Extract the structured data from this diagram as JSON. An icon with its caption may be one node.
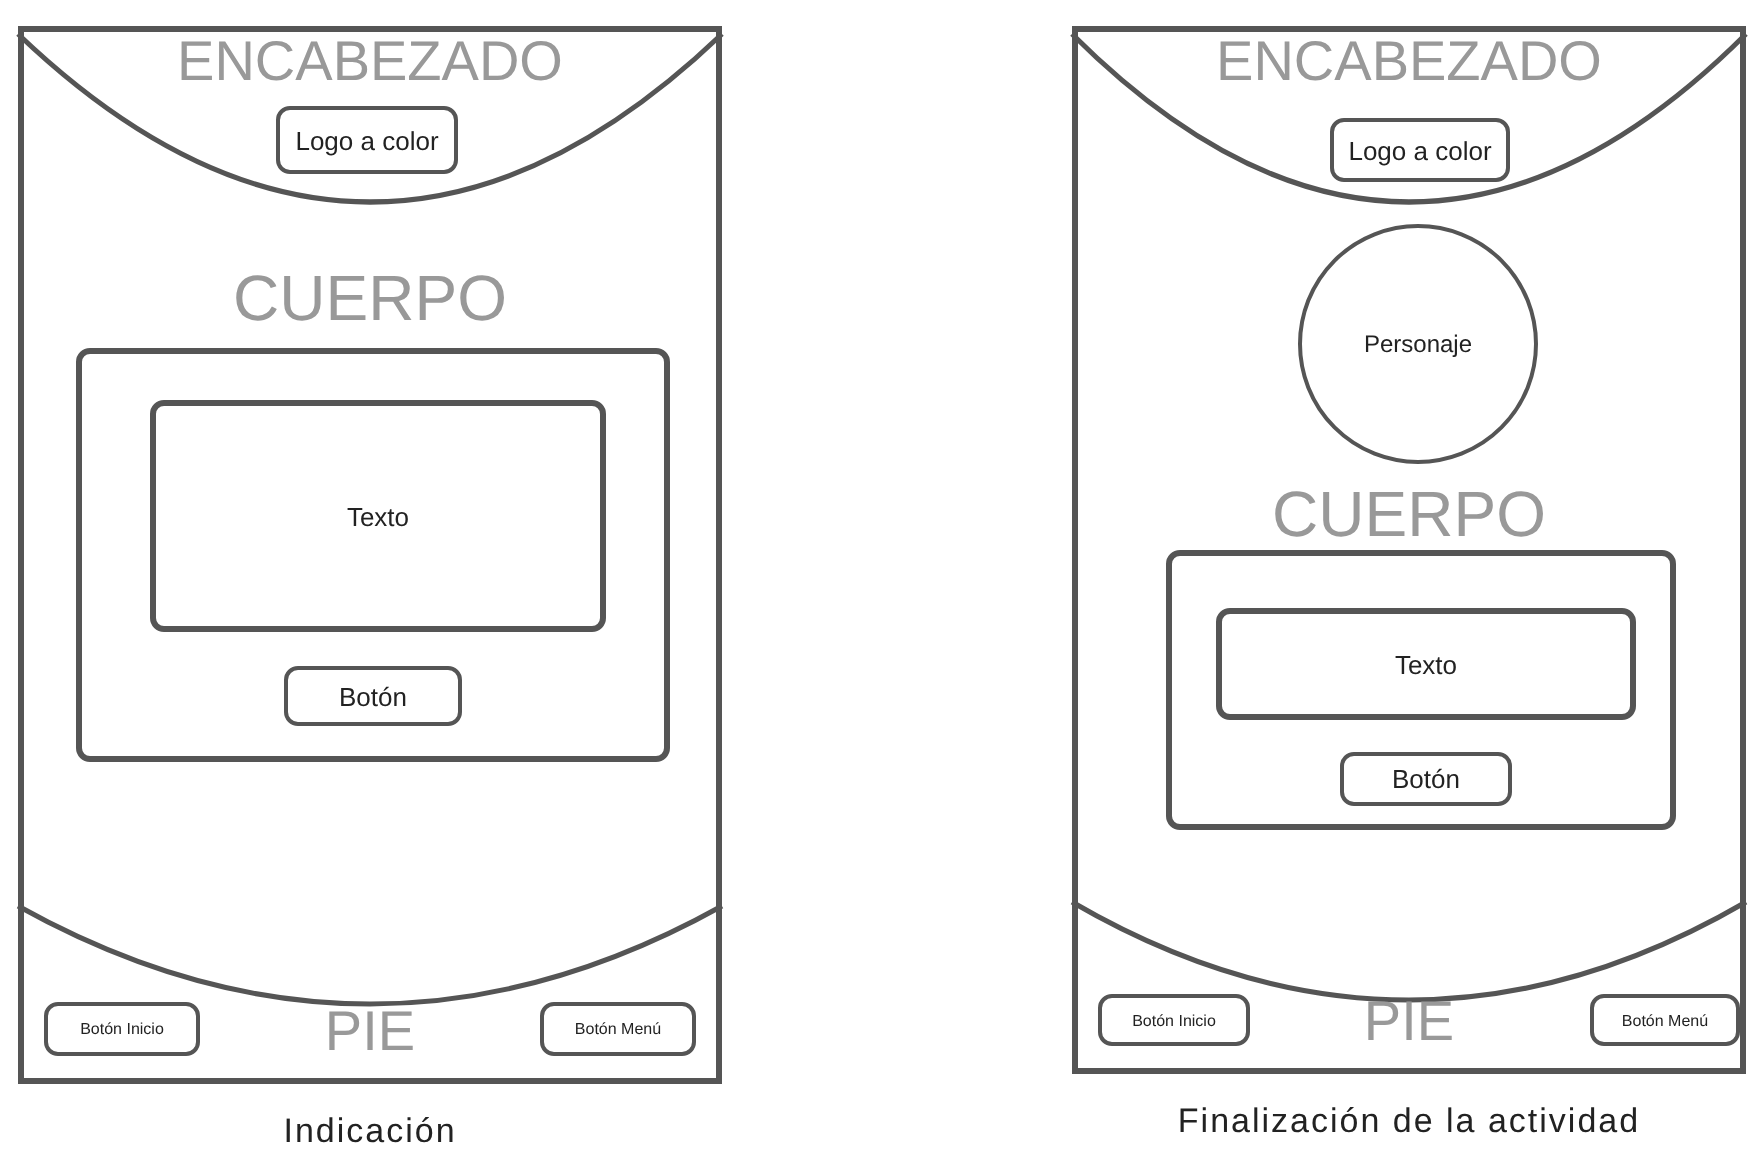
{
  "diagram": {
    "nodes": [
      {
        "text": [
          "Indicación"
        ]
      },
      {
        "text": [
          "ENCABEZADO"
        ],
        "in": 0
      },
      {
        "text": [
          "Logo a color"
        ],
        "in": 1
      },
      {
        "text": [
          "CUERPO"
        ],
        "in": 0
      },
      {
        "text": [],
        "shape": "box",
        "in": 3
      },
      {
        "text": [
          "Texto"
        ],
        "in": 4
      },
      {
        "text": [
          "Botón"
        ],
        "in": 4
      },
      {
        "text": [
          "PIE"
        ],
        "in": 0
      },
      {
        "text": [
          "Botón Inicio"
        ],
        "in": 7
      },
      {
        "text": [
          "Botón Menú"
        ],
        "in": 7
      },
      {
        "text": [
          "Finalización de la actividad"
        ]
      },
      {
        "text": [
          "ENCABEZADO"
        ],
        "in": 10
      },
      {
        "text": [
          "Logo a color"
        ],
        "in": 11
      },
      {
        "text": [
          "CUERPO"
        ],
        "in": 10
      },
      {
        "text": [
          "Personaje"
        ],
        "in": 13
      },
      {
        "text": [],
        "shape": "box",
        "in": 13
      },
      {
        "text": [
          "Texto"
        ],
        "in": 15
      },
      {
        "text": [
          "Botón"
        ],
        "in": 15
      },
      {
        "text": [
          "PIE"
        ],
        "in": 10
      },
      {
        "text": [
          "Botón Inicio"
        ],
        "in": 18
      },
      {
        "text": [
          "Botón Menú"
        ],
        "in": 18
      }
    ]
  }
}
